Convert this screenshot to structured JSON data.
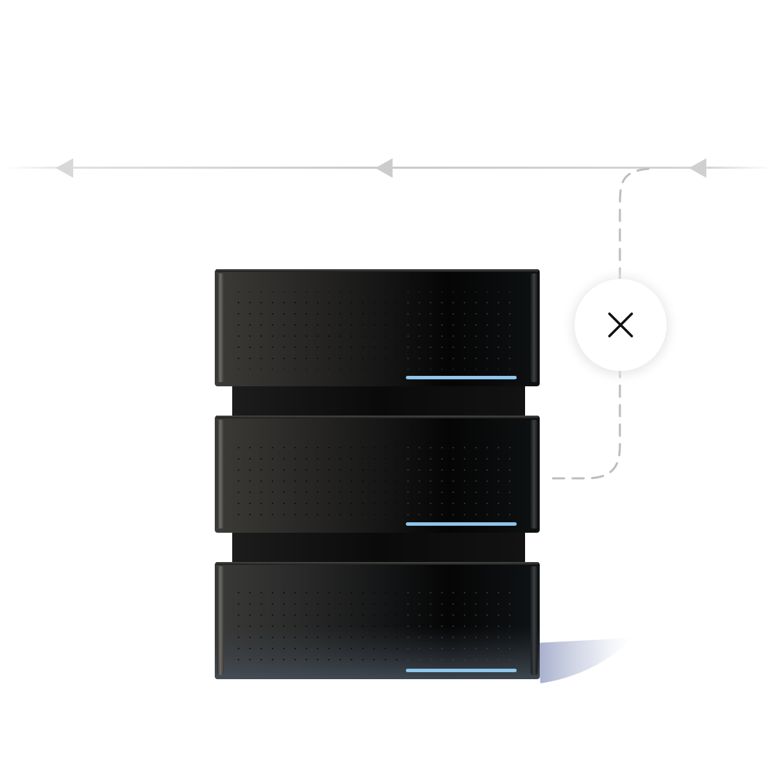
{
  "illustration": {
    "subject": "server-stack",
    "unit_count": 3,
    "status_icon": "close-icon",
    "flow_direction": "right-to-left",
    "connection_style": "dashed",
    "colors": {
      "background": "#ffffff",
      "server_body": "#0b0b0b",
      "server_highlight": "#3a3936",
      "status_bar": "#8fc6ec",
      "flow_line": "#c9c9c9",
      "dashed_line": "#bdbdbd",
      "icon_stroke": "#111111",
      "badge_fill": "#ffffff"
    }
  }
}
